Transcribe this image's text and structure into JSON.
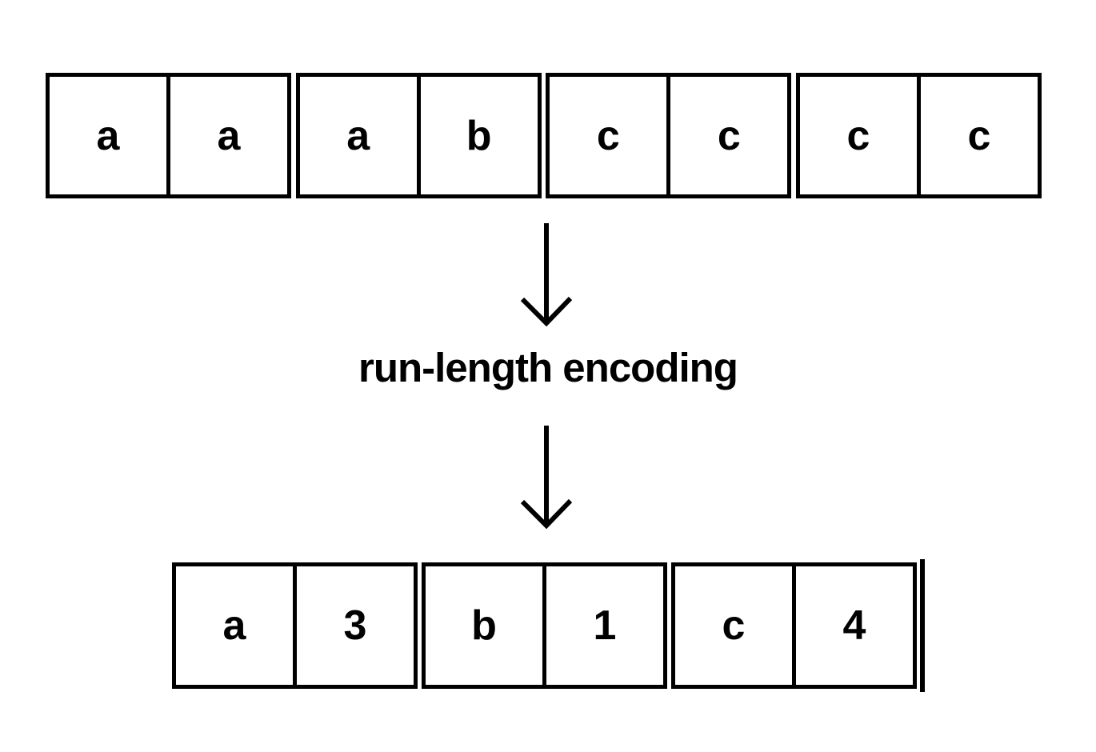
{
  "diagram": {
    "process_label": "run-length encoding",
    "input_row": {
      "cells": [
        "a",
        "a",
        "a",
        "b",
        "c",
        "c",
        "c",
        "c"
      ]
    },
    "output_row": {
      "cells": [
        "a",
        "3",
        "b",
        "1",
        "c",
        "4"
      ]
    },
    "icons": {
      "arrow": "down-arrow-icon"
    },
    "colors": {
      "stroke": "#000000",
      "text": "#000000",
      "background": "#ffffff"
    }
  }
}
